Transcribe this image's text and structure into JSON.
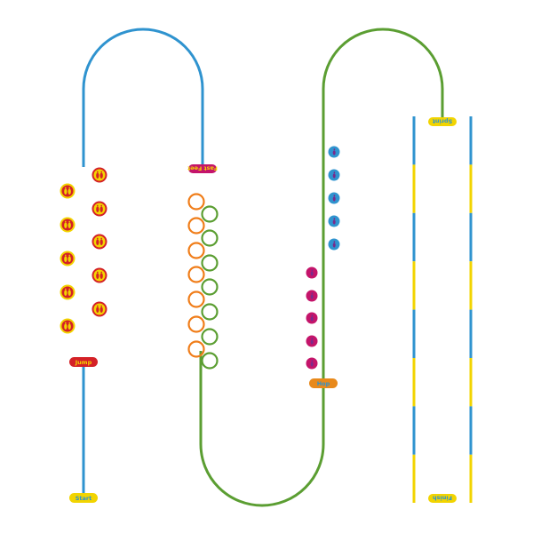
{
  "labels": {
    "start": "Start",
    "jump": "Jump",
    "fast_feet": "Fast Feet",
    "hop": "Hop",
    "sprint": "Sprint",
    "finish": "Finish"
  },
  "colors": {
    "blue": "#2f93cf",
    "green": "#5b9e32",
    "yellow": "#f2d400",
    "red": "#d42127",
    "magenta": "#c4146a",
    "orange": "#f07d19",
    "hop_badge": "#e8891b",
    "purple_foot": "#7a2b8b",
    "white": "#ffffff"
  },
  "icons": {
    "footprint_pair": "feet-pair-icon",
    "single_foot": "single-foot-icon",
    "ring": "ring-marker-icon"
  }
}
